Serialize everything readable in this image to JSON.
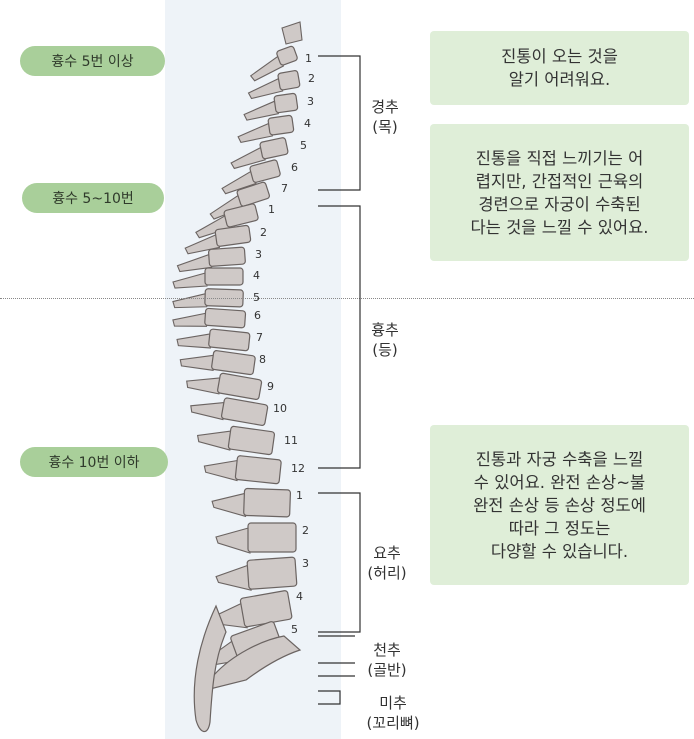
{
  "levels": {
    "upper": "흉수 5번 이상",
    "middle": "흉수 5~10번",
    "lower": "흉수 10번 이하"
  },
  "descriptions": {
    "upper_lines": [
      "진통이 오는 것을",
      "알기 어려워요."
    ],
    "middle_lines": [
      "진통을 직접 느끼기는 어",
      "렵지만, 간접적인 근육의",
      "경련으로 자궁이 수축된",
      "다는 것을 느낄 수 있어요."
    ],
    "lower_lines": [
      "진통과 자궁 수축을 느낄",
      "수 있어요. 완전 손상~불",
      "완전 손상 등 손상 정도에",
      "따라 그 정도는",
      "다양할 수 있습니다."
    ]
  },
  "regions": {
    "cervical": [
      "경추",
      "(목)"
    ],
    "thoracic": [
      "흉추",
      "(등)"
    ],
    "lumbar": [
      "요추",
      "(허리)"
    ],
    "sacral": [
      "천추",
      "(골반)"
    ],
    "coccyx": [
      "미추",
      "(꼬리뼈)"
    ]
  },
  "vertebrae": {
    "cervical": [
      "1",
      "2",
      "3",
      "4",
      "5",
      "6",
      "7"
    ],
    "thoracic": [
      "1",
      "2",
      "3",
      "4",
      "5",
      "6",
      "7",
      "8",
      "9",
      "10",
      "11",
      "12"
    ],
    "lumbar": [
      "1",
      "2",
      "3",
      "4",
      "5"
    ]
  },
  "colors": {
    "pill_bg": "#a9cf9a",
    "box_bg": "#dfeed8",
    "spine_bg": "#eef3f8",
    "bone": "#cfc9c7",
    "bone_outline": "#6b6462"
  }
}
